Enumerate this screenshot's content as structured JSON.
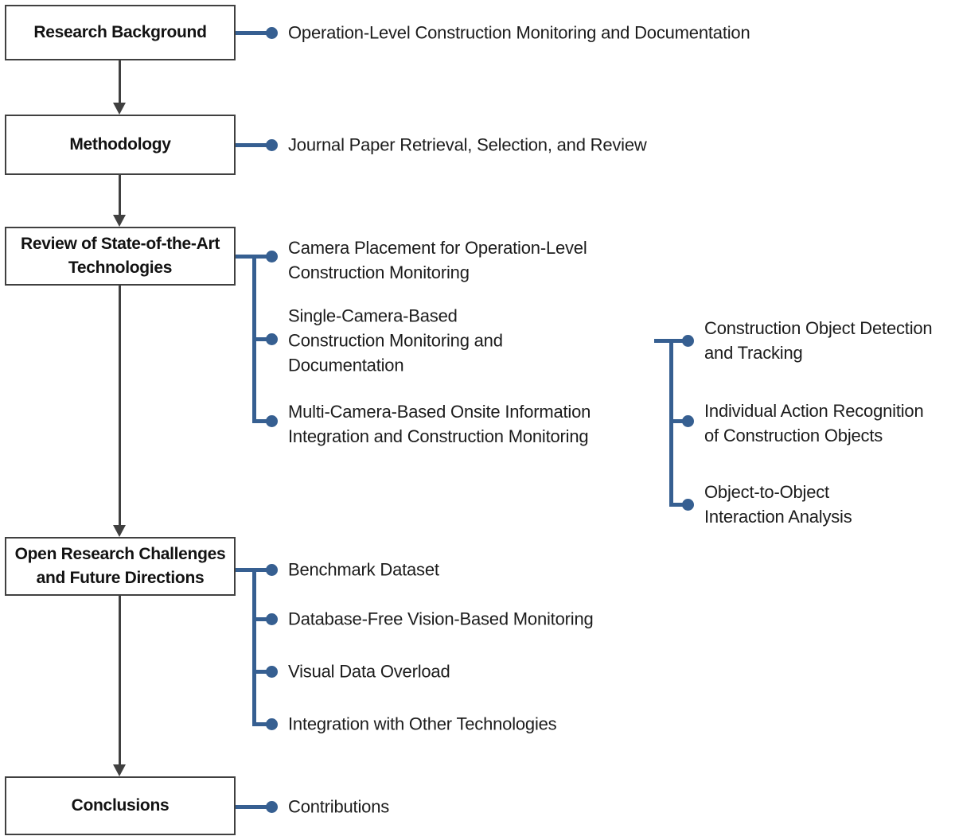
{
  "palette": {
    "accent_blue": "#365F91",
    "line_gray": "#404040",
    "text_black": "#1C1C1C",
    "bg_white": "#FFFFFF"
  },
  "boxes": [
    {
      "label": "Research Background"
    },
    {
      "label": "Methodology"
    },
    {
      "label": "Review of State-of-the-Art\nTechnologies"
    },
    {
      "label": "Open Research Challenges\nand Future Directions"
    },
    {
      "label": "Conclusions"
    }
  ],
  "topics": {
    "background": {
      "text": "Operation-Level Construction Monitoring and Documentation"
    },
    "methodology": {
      "text": "Journal Paper Retrieval, Selection, and Review"
    },
    "review": [
      {
        "text": "Camera Placement for Operation-Level\nConstruction Monitoring"
      },
      {
        "text": "Single-Camera-Based\nConstruction Monitoring and\nDocumentation"
      },
      {
        "text": "Multi-Camera-Based Onsite Information\nIntegration and Construction Monitoring"
      }
    ],
    "review_sub": [
      {
        "text": "Construction Object Detection\nand Tracking"
      },
      {
        "text": "Individual Action Recognition\nof Construction Objects"
      },
      {
        "text": "Object-to-Object\nInteraction Analysis"
      }
    ],
    "challenges": [
      {
        "text": "Benchmark Dataset"
      },
      {
        "text": "Database-Free Vision-Based Monitoring"
      },
      {
        "text": "Visual Data Overload"
      },
      {
        "text": "Integration with Other Technologies"
      }
    ],
    "conclusions": {
      "text": "Contributions"
    }
  }
}
